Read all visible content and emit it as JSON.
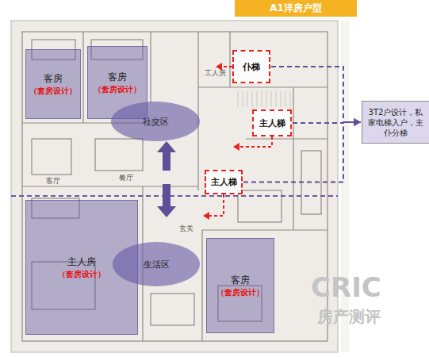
{
  "diagram": {
    "title": "A1洋房户型",
    "nodes": [
      {
        "text": [
          "客房",
          "（套房设计）"
        ]
      },
      {
        "text": [
          "客房",
          "（套房设计）"
        ]
      },
      {
        "text": [
          "仆梯"
        ]
      },
      {
        "text": [
          "社交区"
        ]
      },
      {
        "text": [
          "主人梯"
        ]
      },
      {
        "text": [
          "3T2户设计，私家电梯入户，主仆分梯"
        ]
      },
      {
        "text": [
          "主人梯"
        ]
      },
      {
        "text": [
          "主人房",
          "（套房设计）"
        ]
      },
      {
        "text": [
          "生活区"
        ]
      },
      {
        "text": [
          "客房",
          "（套房设计）"
        ]
      }
    ],
    "edges": [
      {
        "from": 2,
        "to": 5,
        "arrow": "to"
      },
      {
        "from": 4,
        "to": 5,
        "arrow": "to"
      },
      {
        "from": 6,
        "to": 5,
        "arrow": "to"
      }
    ],
    "labels": [
      "工人房",
      "客厅",
      "餐厅",
      "玄关",
      "CRIC",
      "房产测评"
    ]
  }
}
